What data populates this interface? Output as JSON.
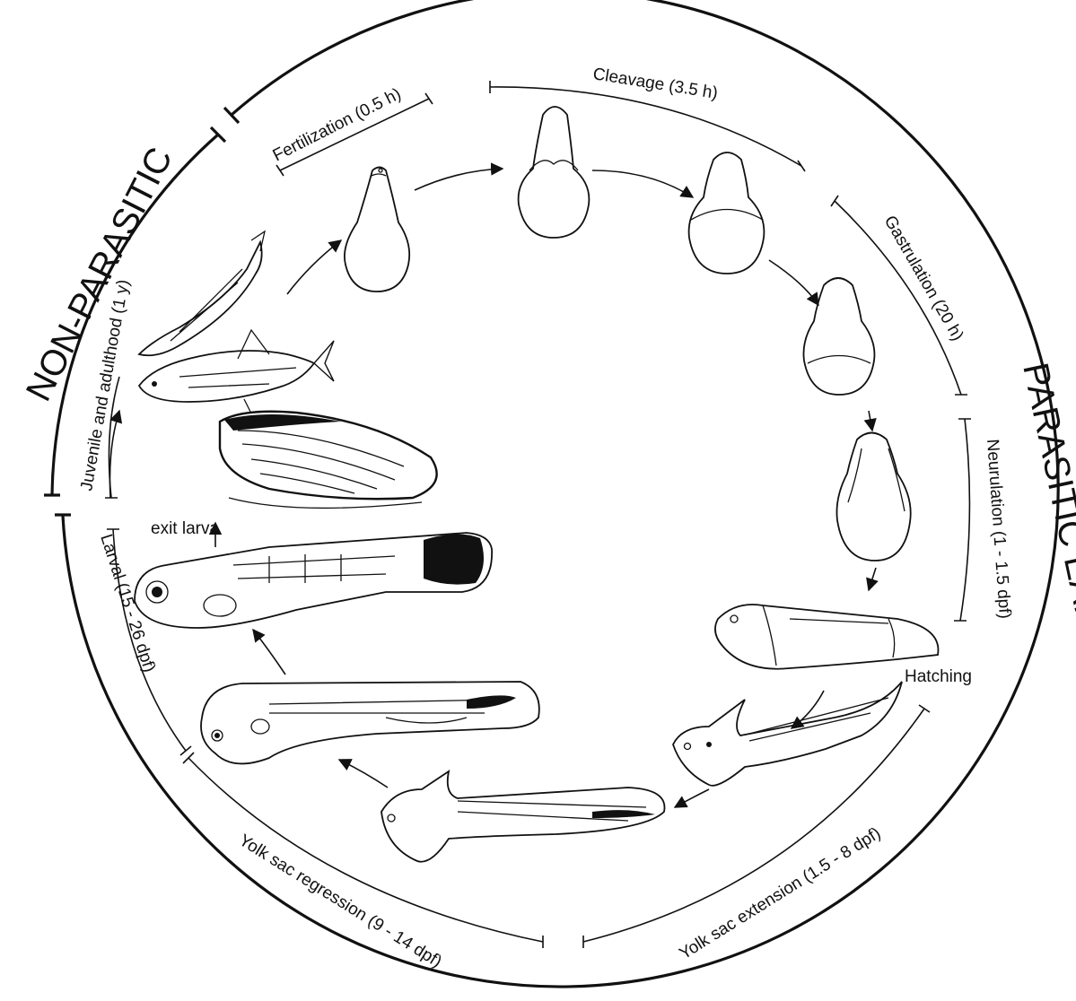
{
  "phases": {
    "non_parasitic": "NON-PARASITIC",
    "parasitic": "PARASITIC EARLY LIFEHISTORY"
  },
  "stages": {
    "fertilization": "Fertilization (0.5 h)",
    "cleavage": "Cleavage (3.5 h)",
    "gastrulation": "Gastrulation (20 h)",
    "neurulation": "Neurulation (1 - 1.5 dpf)",
    "hatching": "Hatching",
    "yolk_sac_extension": "Yolk sac extension (1.5 - 8 dpf)",
    "yolk_sac_regression": "Yolk sac regression (9 - 14 dpf)",
    "larval": "Larval  (15 - 26 dpf)",
    "exit_larva": "exit larva",
    "juvenile_adulthood": "Juvenile and adulthood (1 y)"
  }
}
